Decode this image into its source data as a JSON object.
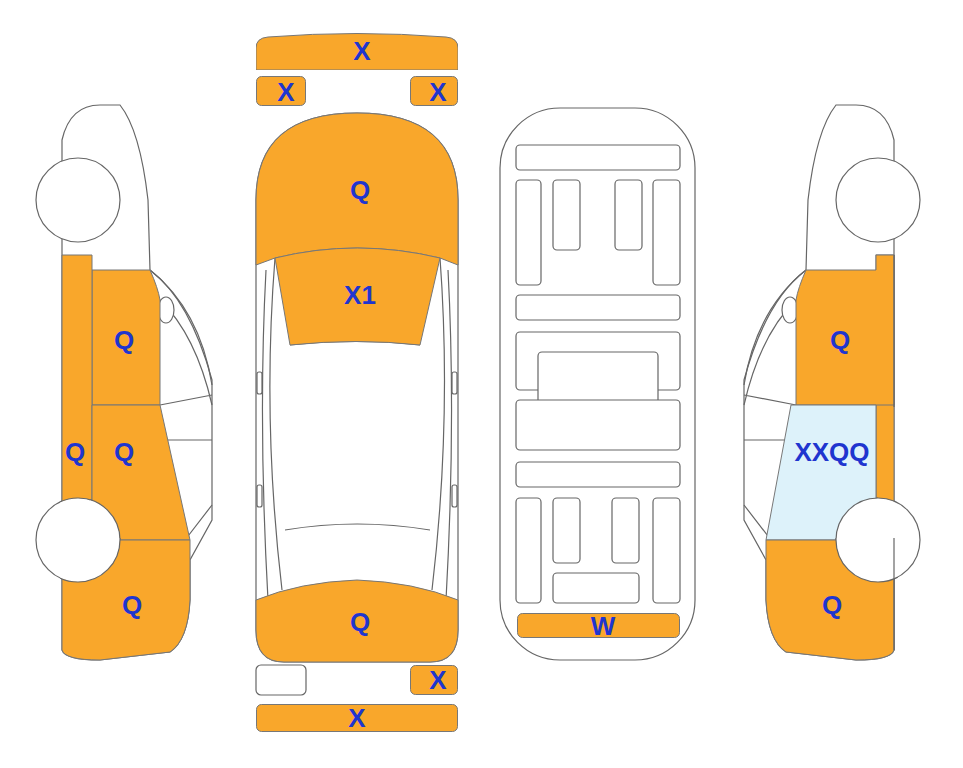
{
  "diagram": {
    "nodes": [
      {
        "text": [
          "X"
        ]
      },
      {
        "text": [
          "X"
        ]
      },
      {
        "text": [
          "X"
        ]
      },
      {
        "text": [
          "Q"
        ]
      },
      {
        "text": [
          "Q"
        ]
      },
      {
        "text": [
          "Q"
        ]
      },
      {
        "text": [
          "Q"
        ]
      },
      {
        "text": [
          "Q"
        ]
      },
      {
        "text": [
          "X1"
        ]
      },
      {
        "text": [
          "Q"
        ]
      },
      {
        "text": [
          "W"
        ]
      },
      {
        "text": [
          "Q"
        ]
      },
      {
        "text": [
          "XXQQ"
        ]
      },
      {
        "text": [
          "Q"
        ]
      },
      {
        "text": [
          "X"
        ]
      },
      {
        "text": [
          "X"
        ]
      }
    ]
  }
}
